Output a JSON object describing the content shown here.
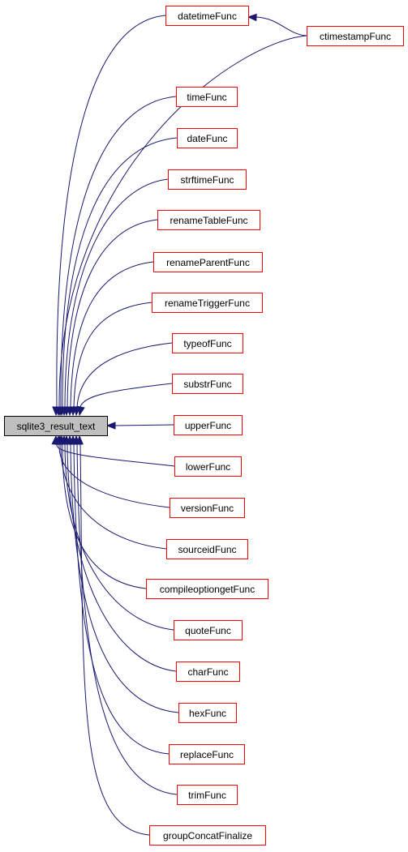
{
  "diagram": {
    "root": {
      "id": "root",
      "label": "sqlite3_result_text"
    },
    "nodes": [
      {
        "id": "datetimeFunc",
        "label": "datetimeFunc"
      },
      {
        "id": "ctimestampFunc",
        "label": "ctimestampFunc"
      },
      {
        "id": "timeFunc",
        "label": "timeFunc"
      },
      {
        "id": "dateFunc",
        "label": "dateFunc"
      },
      {
        "id": "strftimeFunc",
        "label": "strftimeFunc"
      },
      {
        "id": "renameTableFunc",
        "label": "renameTableFunc"
      },
      {
        "id": "renameParentFunc",
        "label": "renameParentFunc"
      },
      {
        "id": "renameTriggerFunc",
        "label": "renameTriggerFunc"
      },
      {
        "id": "typeofFunc",
        "label": "typeofFunc"
      },
      {
        "id": "substrFunc",
        "label": "substrFunc"
      },
      {
        "id": "upperFunc",
        "label": "upperFunc"
      },
      {
        "id": "lowerFunc",
        "label": "lowerFunc"
      },
      {
        "id": "versionFunc",
        "label": "versionFunc"
      },
      {
        "id": "sourceidFunc",
        "label": "sourceidFunc"
      },
      {
        "id": "compileoptiongetFunc",
        "label": "compileoptiongetFunc"
      },
      {
        "id": "quoteFunc",
        "label": "quoteFunc"
      },
      {
        "id": "charFunc",
        "label": "charFunc"
      },
      {
        "id": "hexFunc",
        "label": "hexFunc"
      },
      {
        "id": "replaceFunc",
        "label": "replaceFunc"
      },
      {
        "id": "trimFunc",
        "label": "trimFunc"
      },
      {
        "id": "groupConcatFinalize",
        "label": "groupConcatFinalize"
      }
    ],
    "edges": [
      {
        "from": "datetimeFunc",
        "to": "root"
      },
      {
        "from": "ctimestampFunc",
        "to": "root"
      },
      {
        "from": "ctimestampFunc",
        "to": "datetimeFunc"
      },
      {
        "from": "timeFunc",
        "to": "root"
      },
      {
        "from": "dateFunc",
        "to": "root"
      },
      {
        "from": "strftimeFunc",
        "to": "root"
      },
      {
        "from": "renameTableFunc",
        "to": "root"
      },
      {
        "from": "renameParentFunc",
        "to": "root"
      },
      {
        "from": "renameTriggerFunc",
        "to": "root"
      },
      {
        "from": "typeofFunc",
        "to": "root"
      },
      {
        "from": "substrFunc",
        "to": "root"
      },
      {
        "from": "upperFunc",
        "to": "root"
      },
      {
        "from": "lowerFunc",
        "to": "root"
      },
      {
        "from": "versionFunc",
        "to": "root"
      },
      {
        "from": "sourceidFunc",
        "to": "root"
      },
      {
        "from": "compileoptiongetFunc",
        "to": "root"
      },
      {
        "from": "quoteFunc",
        "to": "root"
      },
      {
        "from": "charFunc",
        "to": "root"
      },
      {
        "from": "hexFunc",
        "to": "root"
      },
      {
        "from": "replaceFunc",
        "to": "root"
      },
      {
        "from": "trimFunc",
        "to": "root"
      },
      {
        "from": "groupConcatFinalize",
        "to": "root"
      }
    ],
    "colors": {
      "edge": "#191970",
      "node_border": "#ff0000",
      "root_fill": "#bfbfbf",
      "root_border": "#000000"
    }
  }
}
